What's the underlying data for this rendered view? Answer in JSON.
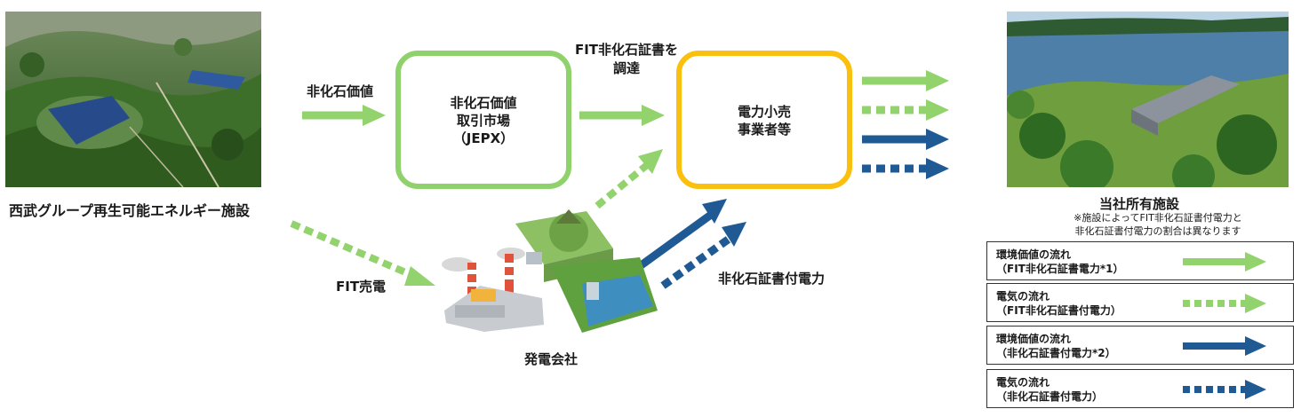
{
  "colors": {
    "green": "#92d36e",
    "green_box": "#8fd16a",
    "yellow_box": "#fbbf0d",
    "navy": "#1f5a94"
  },
  "source": {
    "caption": "西武グループ再生可能エネルギー施設",
    "image": "solar-farm-aerial-photo"
  },
  "arrows": {
    "non_fossil_value": "非化石価値",
    "fit_certificate_line1": "FIT非化石証書を",
    "fit_certificate_line2": "調達",
    "fit_sale": "FIT売電",
    "certified_power": "非化石証書付電力"
  },
  "market_box": {
    "line1": "非化石価値",
    "line2": "取引市場",
    "line3": "（JEPX）"
  },
  "retailer_box": {
    "line1": "電力小売",
    "line2": "事業者等"
  },
  "power_company": {
    "caption": "発電会社",
    "image": "power-plant-illustration"
  },
  "facility": {
    "caption": "当社所有施設",
    "note_line1": "※施設によってFIT非化石証書付電力と",
    "note_line2": "非化石証書付電力の割合は異なります",
    "image": "lakeside-facility-photo"
  },
  "legend": [
    {
      "line1": "環境価値の流れ",
      "line2": "（FIT非化石証書電力*1）",
      "style": "solid",
      "color": "#92d36e"
    },
    {
      "line1": "電気の流れ",
      "line2": "（FIT非化石証書付電力）",
      "style": "dotted",
      "color": "#92d36e"
    },
    {
      "line1": "環境価値の流れ",
      "line2": "（非化石証書付電力*2）",
      "style": "solid",
      "color": "#1f5a94"
    },
    {
      "line1": "電気の流れ",
      "line2": "（非化石証書付電力）",
      "style": "dotted",
      "color": "#1f5a94"
    }
  ]
}
